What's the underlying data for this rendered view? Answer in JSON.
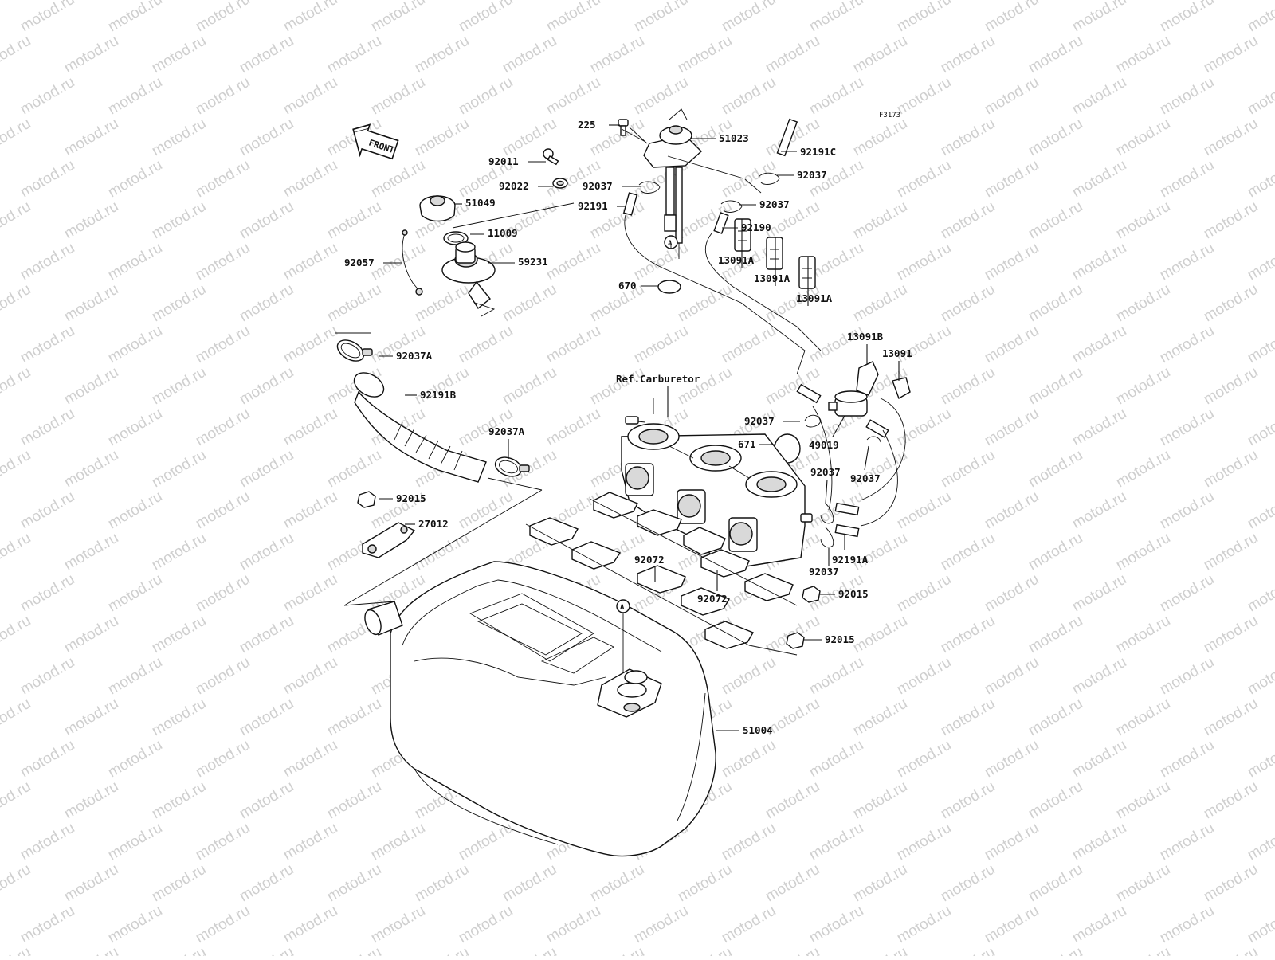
{
  "diagram_code": "F3173",
  "watermark": "motod.ru",
  "front_label": "FRONT",
  "ref_label": "Ref.Carburetor",
  "ref_marker": "A",
  "parts": [
    {
      "id": "225"
    },
    {
      "id": "51023"
    },
    {
      "id": "92191C"
    },
    {
      "id": "92011"
    },
    {
      "id": "92037"
    },
    {
      "id": "92022"
    },
    {
      "id": "92037"
    },
    {
      "id": "92191"
    },
    {
      "id": "92037"
    },
    {
      "id": "51049"
    },
    {
      "id": "92190"
    },
    {
      "id": "11009"
    },
    {
      "id": "92057"
    },
    {
      "id": "59231"
    },
    {
      "id": "13091A"
    },
    {
      "id": "13091A"
    },
    {
      "id": "670"
    },
    {
      "id": "13091A"
    },
    {
      "id": "92037A"
    },
    {
      "id": "13091B"
    },
    {
      "id": "13091"
    },
    {
      "id": "92191B"
    },
    {
      "id": "92037"
    },
    {
      "id": "92037A"
    },
    {
      "id": "671"
    },
    {
      "id": "49019"
    },
    {
      "id": "92015"
    },
    {
      "id": "92037"
    },
    {
      "id": "92037"
    },
    {
      "id": "27012"
    },
    {
      "id": "92072"
    },
    {
      "id": "92191A"
    },
    {
      "id": "92037"
    },
    {
      "id": "92072"
    },
    {
      "id": "92015"
    },
    {
      "id": "92015"
    },
    {
      "id": "51004"
    }
  ]
}
